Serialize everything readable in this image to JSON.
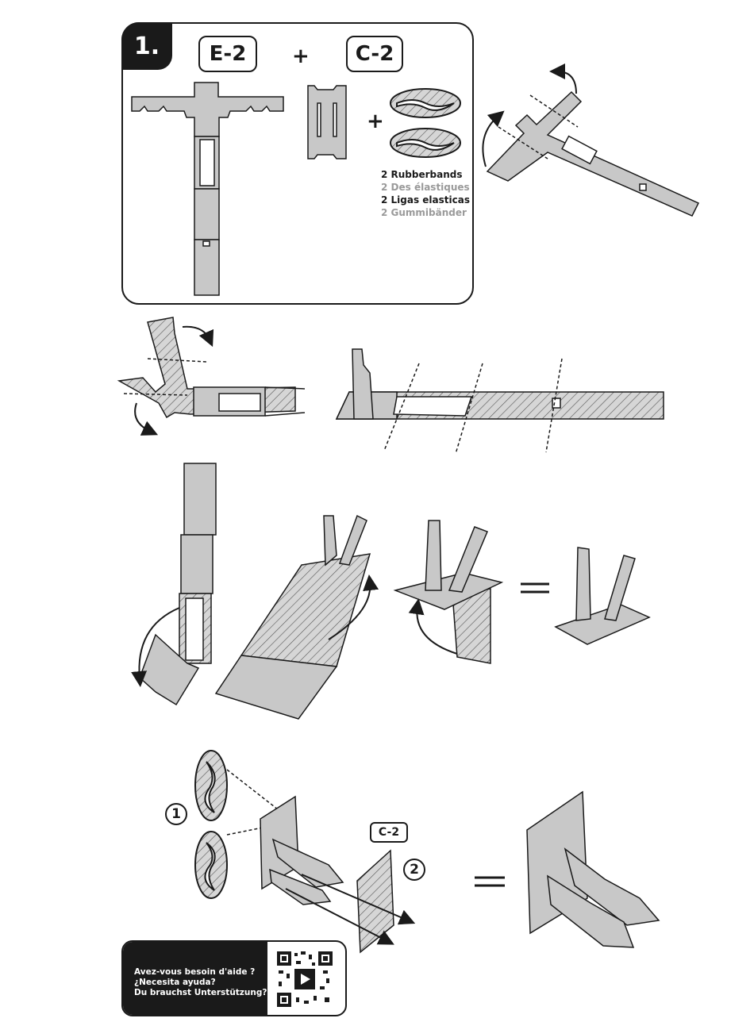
{
  "step": {
    "number": "1."
  },
  "parts": {
    "main_label": "E-2",
    "secondary_label": "C-2",
    "plus": "+"
  },
  "rubberbands": {
    "lines": [
      "2 Rubberbands",
      "2 Des élastiques",
      "2 Ligas elasticas",
      "2 Gummibänder"
    ]
  },
  "callouts": {
    "one": "1",
    "two": "2",
    "part_ref": "C-2"
  },
  "equals": "=",
  "help": {
    "lines": [
      "Avez-vous besoin d'aide ?",
      "¿Necesita ayuda?",
      "Du brauchst Unterstützung?"
    ],
    "icon": "play-icon"
  },
  "colors": {
    "part_fill": "#c8c8c8",
    "outline": "#1a1a1a",
    "dark": "#1a1a1a"
  }
}
